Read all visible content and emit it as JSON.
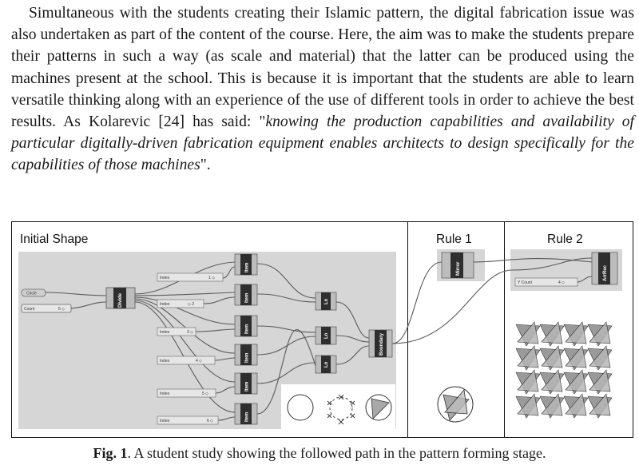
{
  "paragraph": {
    "text_plain": "Simultaneous with the students creating their Islamic pattern, the digital fabrication issue was also undertaken as part of the content of the course. Here, the aim was to make the students prepare their patterns in such a way (as scale and material) that the latter can be produced using the machines present at the school. This is because it is important that the students are able to learn versatile thinking along with an experience of the use of different tools in order to achieve the best results. As Kolarevic [24] has said: \"",
    "text_quote": "knowing the production capabilities and availability of particular digitally-driven fabrication equipment enables architects to design specifically for the capabilities of those machines",
    "text_end": "\"."
  },
  "figure": {
    "panels": {
      "initial_shape": "Initial Shape",
      "rule1": "Rule 1",
      "rule2": "Rule 2"
    },
    "nodes": {
      "circle": "Circle",
      "count": "Count",
      "count_value": "6 ◇",
      "divide": "Divide",
      "item": "Item",
      "ln": "Ln",
      "boundary": "Boundary",
      "mirror": "Mirror",
      "arrrec": "ArrRec",
      "index": "Index",
      "y_count": "Y Count",
      "y_count_value": "4 ◇",
      "index_values": [
        "1 ◇",
        "◇ 2",
        "3 ◇",
        "4 ◇",
        "5 ◇",
        "6 ◇"
      ]
    }
  },
  "caption": {
    "label": "Fig. 1",
    "text": ". A student study showing the followed path in the pattern forming stage."
  }
}
